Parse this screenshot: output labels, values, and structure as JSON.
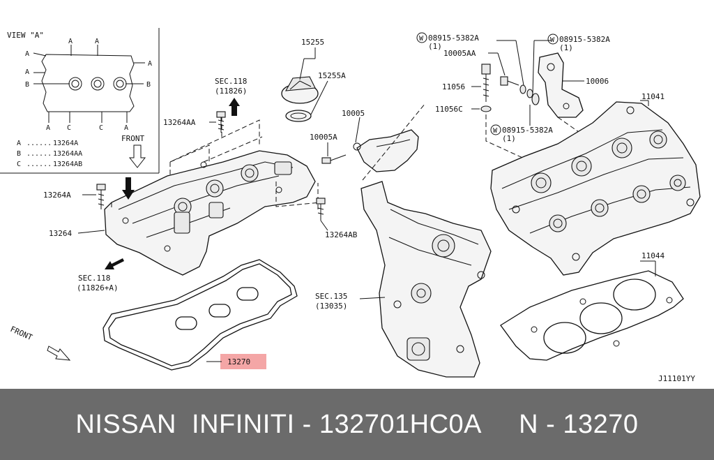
{
  "view_a": {
    "title": "VIEW \"A\"",
    "marks": [
      "A",
      "A",
      "A",
      "A",
      "A",
      "B",
      "B",
      "A",
      "C",
      "C",
      "A"
    ],
    "legend": [
      {
        "key": "A",
        "dots": "......",
        "part": "13264A"
      },
      {
        "key": "B",
        "dots": "......",
        "part": "13264AA"
      },
      {
        "key": "C",
        "dots": "......",
        "part": "13264AB"
      }
    ],
    "front_label": "FRONT"
  },
  "labels": {
    "sec118_top": "SEC.118",
    "sec118_top_ref": "(11826)",
    "p13264AA": "13264AA",
    "p13264A": "13264A",
    "p13264": "13264",
    "sec118_bottom": "SEC.118",
    "sec118_bottom_ref": "(11826+A)",
    "front_bottom": "FRONT",
    "p13270": "13270",
    "p15255": "15255",
    "p15255A": "15255A",
    "p10005": "10005",
    "p10005A": "10005A",
    "p13264AB": "13264AB",
    "sec135": "SEC.135",
    "sec135_ref": "(13035)",
    "w_top_left": "08915-5382A",
    "w_top_left_qty": "(1)",
    "w_top_right": "08915-5382A",
    "w_top_right_qty": "(1)",
    "w_mid": "08915-5382A",
    "w_mid_qty": "(1)",
    "w_symbol": "W",
    "p10005AA": "10005AA",
    "p10006": "10006",
    "p11056": "11056",
    "p11056C": "11056C",
    "p11041": "11041",
    "p11044": "11044",
    "diagram_code": "J11101YY"
  },
  "highlight_color": "#f4a6a6",
  "footer": {
    "text": "NISSAN  INFINITI - 132701HC0A     N - 13270",
    "bg": "#6b6b6b"
  }
}
